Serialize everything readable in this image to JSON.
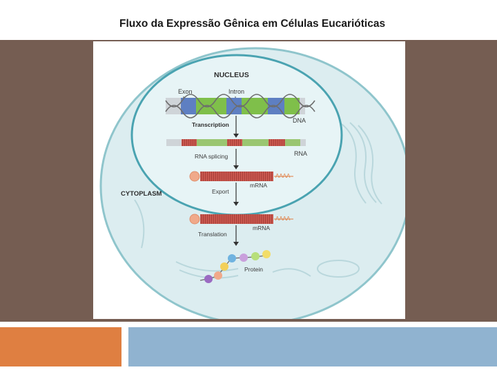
{
  "slide": {
    "title": "Fluxo da Expressão Gênica em Células Eucarióticas"
  },
  "diagram": {
    "nucleus_label": "NUCLEUS",
    "cytoplasm_label": "CYTOPLASM",
    "exon_label": "Exon",
    "intron_label": "Intron",
    "dna_label": "DNA",
    "transcription_label": "Transcription",
    "rna_label": "RNA",
    "splicing_label": "RNA splicing",
    "polya_label_1": "AAAA",
    "mrna_label_1": "mRNA",
    "export_label": "Export",
    "polya_label_2": "AAAA",
    "mrna_label_2": "mRNA",
    "translation_label": "Translation",
    "protein_label": "Protein"
  },
  "colors": {
    "background_brown": "#755d52",
    "accent_orange": "#df7f41",
    "accent_blue": "#90b3d0",
    "exon_blue": "#5e7fc2",
    "intron_green": "#7fbf4a",
    "rna_red": "#c9574e",
    "cell_fill": "#dcedf0",
    "membrane": "#8fc5cc"
  }
}
